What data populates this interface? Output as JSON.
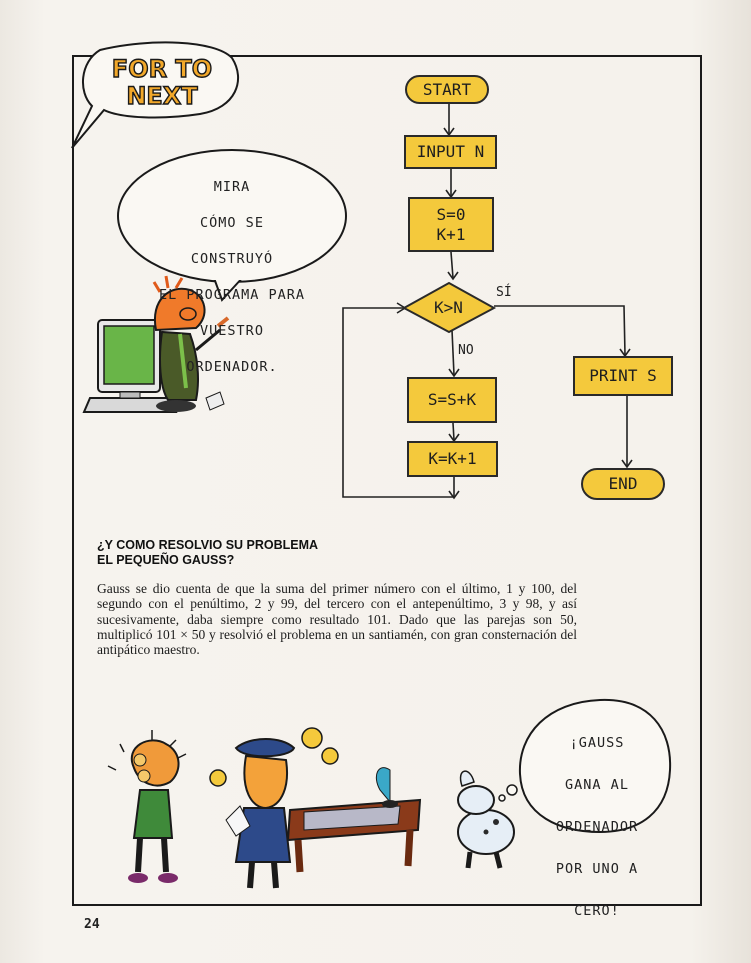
{
  "logo": {
    "line1": "FOR TO",
    "line2": "NEXT"
  },
  "character_speech": {
    "lines": [
      "MIRA",
      "CÓMO SE",
      "CONSTRUYÓ",
      "EL PROGRAMA PARA",
      "VUESTRO",
      "ORDENADOR."
    ]
  },
  "flowchart": {
    "start": "START",
    "input": "INPUT N",
    "init": "S=0\nK+1",
    "decision": "K>N",
    "yes_label": "SÍ",
    "no_label": "NO",
    "add": "S=S+K",
    "increment": "K=K+1",
    "print": "PRINT S",
    "end": "END"
  },
  "article": {
    "heading_line1": "¿Y COMO RESOLVIO SU PROBLEMA",
    "heading_line2": "EL PEQUEÑO GAUSS?",
    "body": "Gauss se dio cuenta de que la suma del primer número con el último, 1 y 100, del segundo con el penúltimo, 2 y 99, del tercero con el antepenúltimo, 3 y 98, y así sucesivamente, daba siempre como resultado 101. Dado que las parejas son 50, multiplicó 101 × 50 y resolvió el problema en un santiamén, con gran consternación del antipático maestro."
  },
  "gauss_speech": {
    "lines": [
      "¡GAUSS",
      "GANA AL",
      "ORDENADOR",
      "POR UNO A",
      "CERO!"
    ]
  },
  "page_number": "24",
  "colors": {
    "flowchart_fill": "#f4c93c",
    "logo_fill": "#f2a82a",
    "frame": "#1a1a1a"
  }
}
